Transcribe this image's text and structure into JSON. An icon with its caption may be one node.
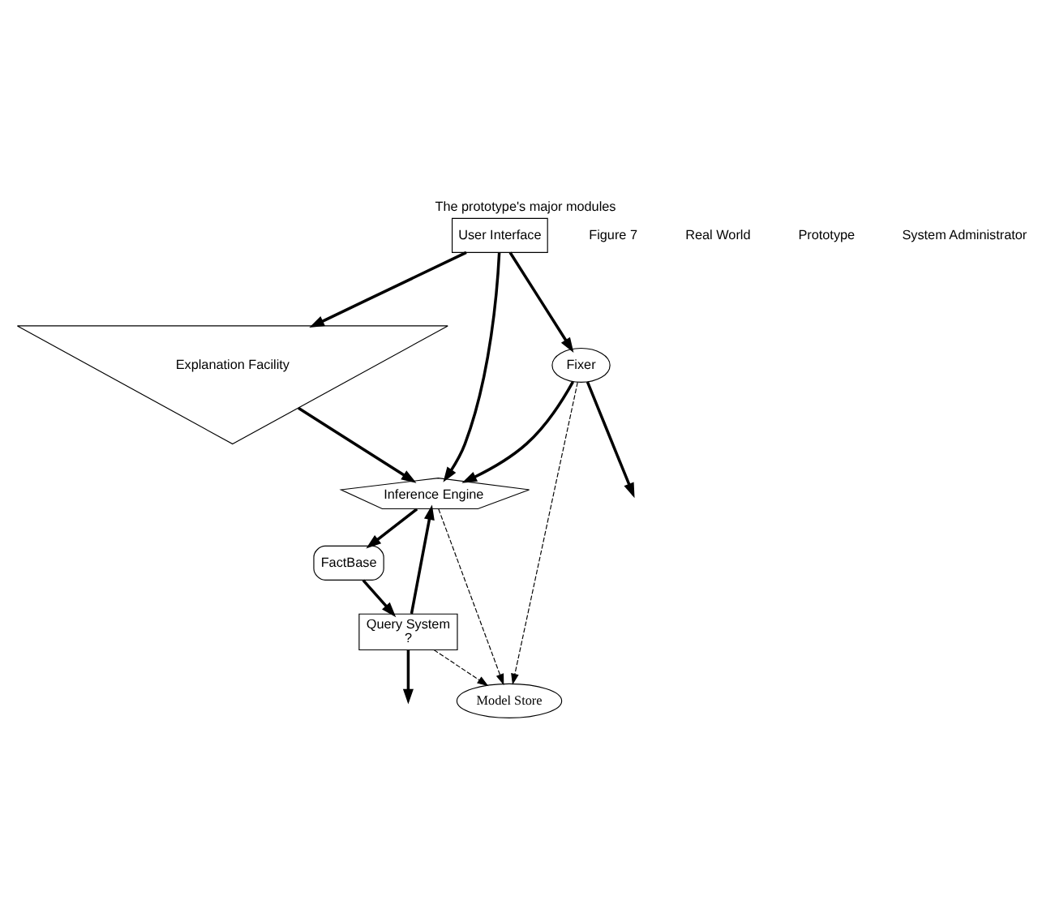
{
  "diagram": {
    "title": "The prototype's major modules",
    "nodes": [
      {
        "text": [
          "Explanation Facility"
        ]
      },
      {
        "text": [
          "Inference Engine"
        ]
      },
      {
        "text": [
          "User Interface"
        ]
      },
      {
        "text": [
          "FactBase"
        ]
      },
      {
        "text": [
          "Model Store"
        ]
      },
      {
        "text": [
          "Fixer"
        ]
      },
      {
        "text": [
          "Query System",
          "?"
        ]
      }
    ],
    "edges": [
      {
        "from": 2,
        "to": 0,
        "arrow": "to"
      },
      {
        "from": 0,
        "to": 1,
        "arrow": "to"
      },
      {
        "from": 2,
        "to": 1,
        "arrow": "to"
      },
      {
        "from": 1,
        "to": 3,
        "arrow": "to"
      },
      {
        "from": 1,
        "to": 4,
        "arrow": "to",
        "style": "dashed"
      },
      {
        "from": 2,
        "to": 5,
        "arrow": "to"
      },
      {
        "from": 5,
        "to": 1,
        "arrow": "to"
      },
      {
        "from": 6,
        "to": 1,
        "arrow": "to"
      },
      {
        "from": 3,
        "to": 6,
        "arrow": "to"
      },
      {
        "from": 5,
        "to": 4,
        "arrow": "to",
        "style": "dashed"
      },
      {
        "from": 6,
        "to": 4,
        "arrow": "to",
        "style": "dashed"
      },
      {
        "from": 5,
        "to": null,
        "arrow": "to"
      },
      {
        "from": 6,
        "to": null,
        "arrow": "to"
      }
    ],
    "labels": [
      "Figure 7",
      "Real World",
      "Prototype",
      "System Administrator"
    ]
  }
}
